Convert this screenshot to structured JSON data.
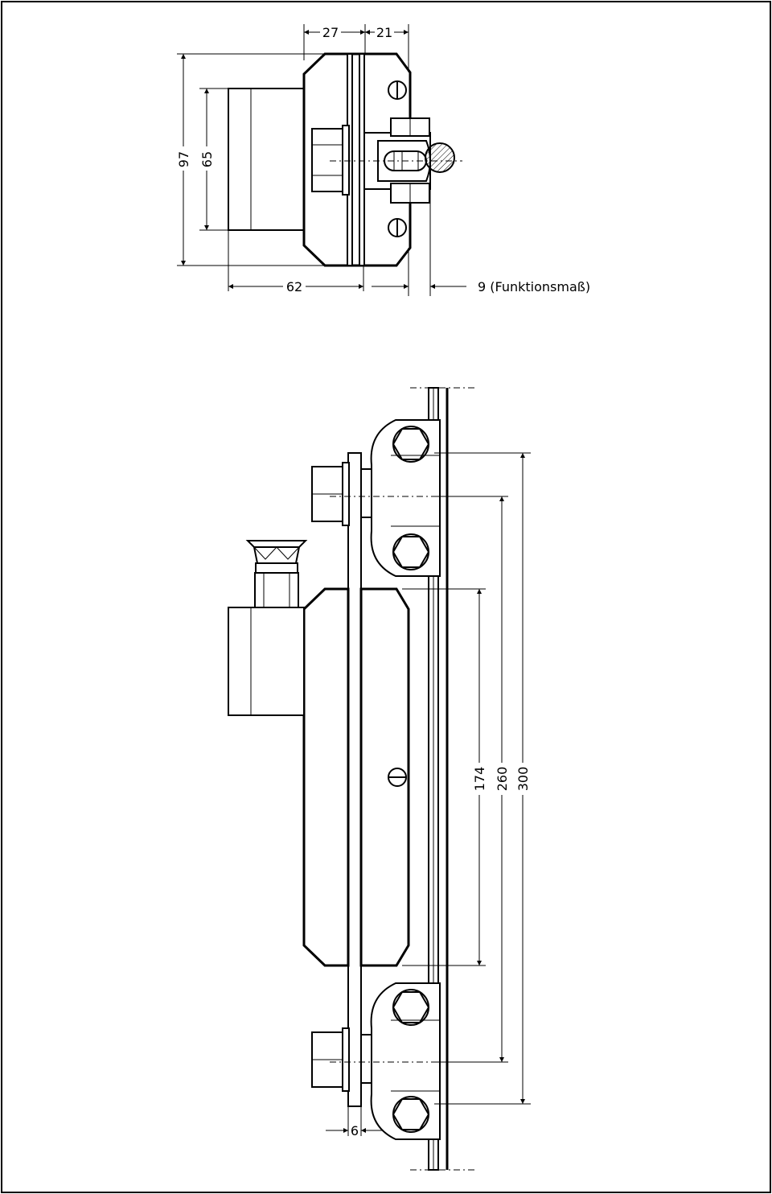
{
  "dimensions": {
    "top_width_left": "27",
    "top_width_right": "21",
    "height_outer": "97",
    "height_inner": "65",
    "depth": "62",
    "functional_note": "9 (Funktionsmaß)",
    "span_inner": "174",
    "span_mid": "260",
    "span_outer": "300",
    "plate_thickness": "6"
  },
  "colors": {
    "line": "#000000",
    "background": "#ffffff"
  }
}
